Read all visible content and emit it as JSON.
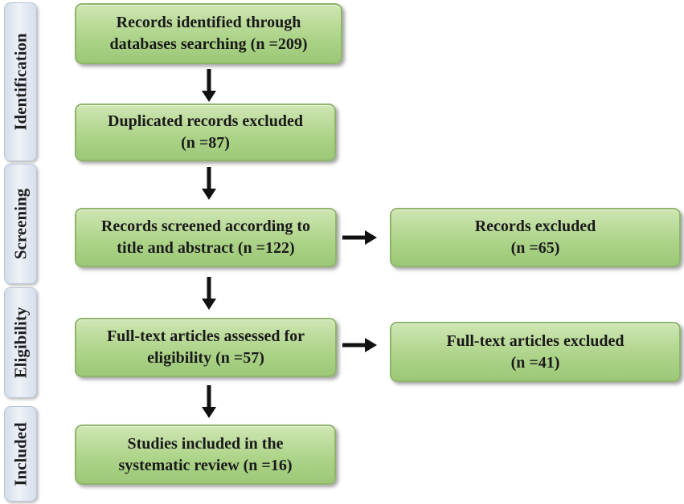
{
  "phases": {
    "identification": "Identification",
    "screening": "Screening",
    "eligibility": "Eligibility",
    "included": "Included"
  },
  "boxes": {
    "identified": {
      "line1": "Records identified through",
      "line2": "databases searching (n =209)"
    },
    "duplicates": {
      "line1": "Duplicated records excluded",
      "line2": "(n =87)"
    },
    "screened": {
      "line1": "Records screened according to",
      "line2": "title and abstract (n =122)"
    },
    "screen_excluded": {
      "line1": "Records excluded",
      "line2": "(n =65)"
    },
    "fulltext": {
      "line1": "Full-text articles assessed for",
      "line2": "eligibility (n =57)"
    },
    "fulltext_excluded": {
      "line1": "Full-text articles excluded",
      "line2": "(n =41)"
    },
    "included": {
      "line1": "Studies included in the",
      "line2": "systematic review (n =16)"
    }
  },
  "colors": {
    "box_fill": "#aed48a",
    "box_border": "#8fb56a",
    "phase_fill": "#e3e8f2",
    "arrow": "#111111"
  }
}
